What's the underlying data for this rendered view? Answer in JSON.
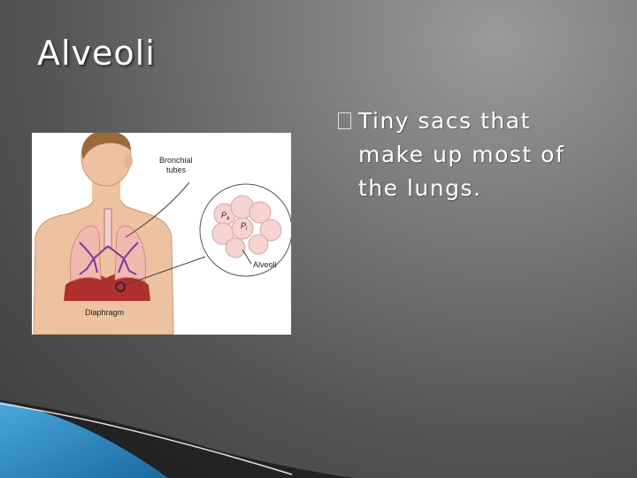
{
  "slide": {
    "title": "Alveoli",
    "bullets": [
      {
        "text": "Tiny sacs that make up most of the lungs."
      }
    ]
  },
  "figure": {
    "labels": {
      "bronchial": "Bronchial",
      "tubes": "tubes",
      "alveoli": "Alveoli",
      "diaphragm": "Diaphragm",
      "pa": "P",
      "pa_sub": "a",
      "pi": "P",
      "pi_sub": "i"
    }
  },
  "colors": {
    "accent_blue": "#1f7fb8",
    "background": "#6a6a6a"
  }
}
